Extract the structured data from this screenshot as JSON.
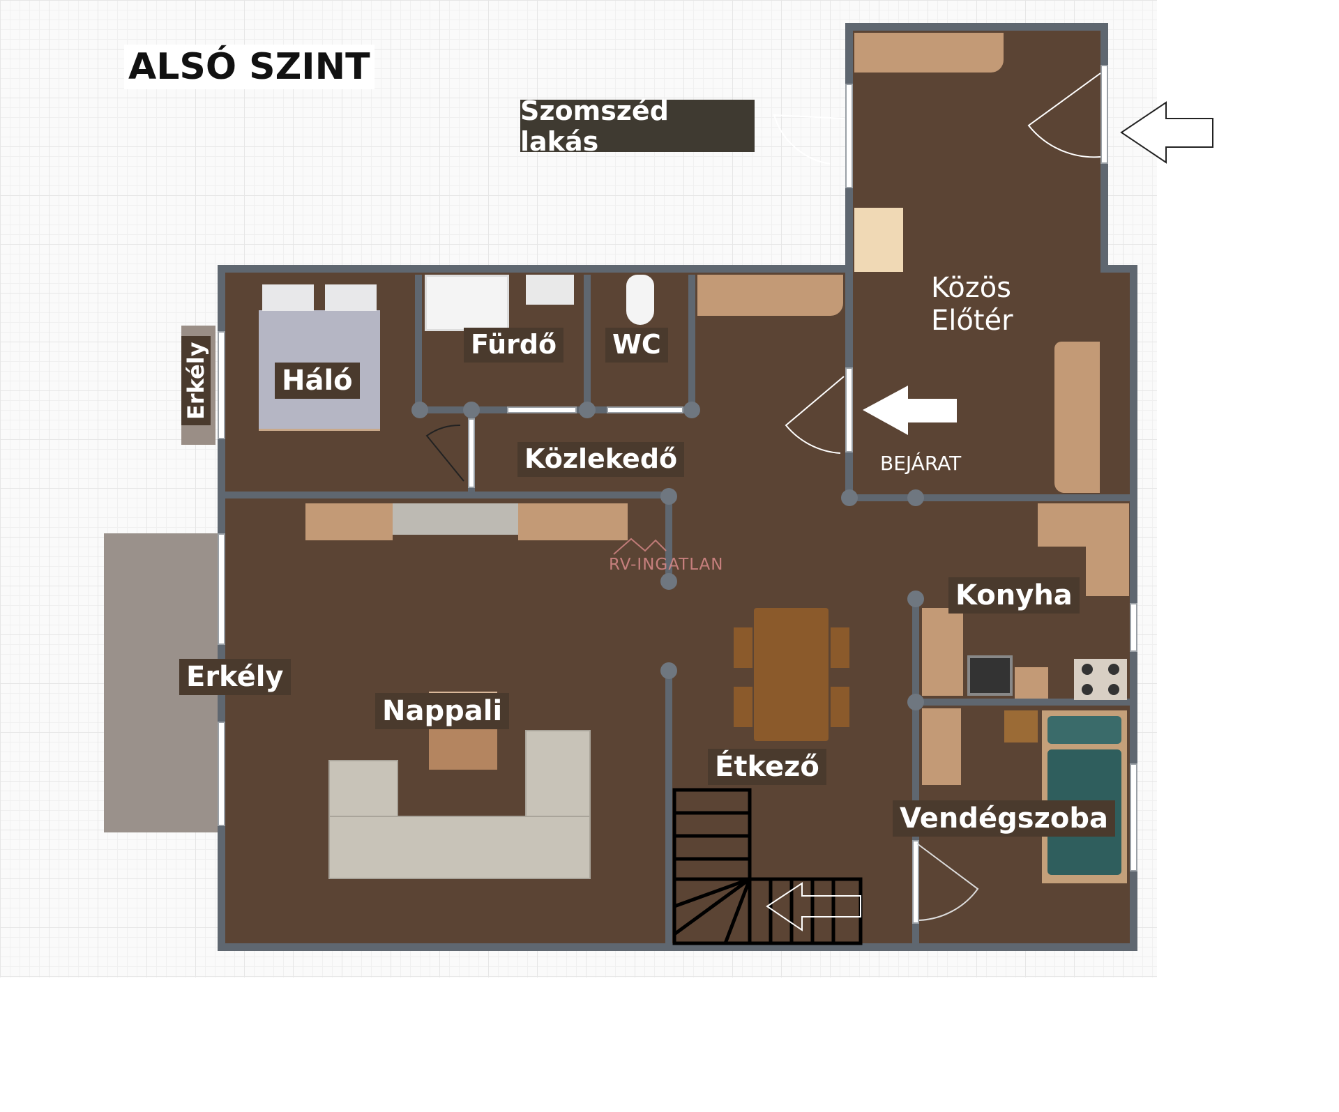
{
  "title": "ALSÓ SZINT",
  "neighbor_label": "Szomszéd lakás",
  "rooms": {
    "halo": "Háló",
    "furdo": "Fürdő",
    "wc": "WC",
    "kozlekedo": "Közlekedő",
    "kozos_line1": "Közös",
    "kozos_line2": "Előtér",
    "bejarat": "BEJÁRAT",
    "konyha": "Konyha",
    "erkely_small": "Erkély",
    "erkely_big": "Erkély",
    "nappali": "Nappali",
    "etkezo": "Étkező",
    "vendegszoba": "Vendégszoba"
  },
  "watermark": "RV-INGATLAN",
  "colors": {
    "floor": "#5b4434",
    "wall": "#5f6770",
    "cabinet": "#c39a76",
    "bed_teal": "#2f5e5d"
  }
}
